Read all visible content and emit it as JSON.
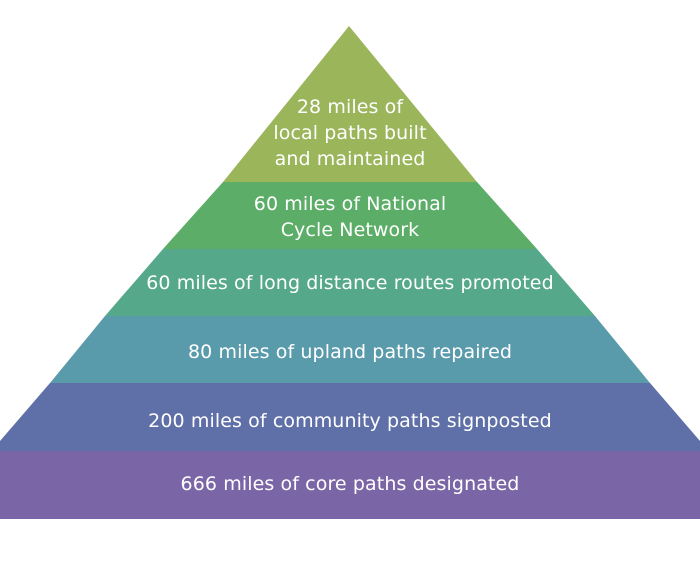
{
  "pyramid": {
    "tiers": [
      {
        "lines": [
          "28 miles of",
          "local paths built",
          "and maintained"
        ],
        "color": "#9ab55a"
      },
      {
        "lines": [
          "60 miles of National",
          "Cycle Network"
        ],
        "color": "#5bad68"
      },
      {
        "lines": [
          "60 miles of long distance routes promoted"
        ],
        "color": "#55a88a"
      },
      {
        "lines": [
          "80 miles of upland paths repaired"
        ],
        "color": "#5a9bab"
      },
      {
        "lines": [
          "200 miles of community paths signposted"
        ],
        "color": "#5f6fa7"
      },
      {
        "lines": [
          "666 miles of core paths designated"
        ],
        "color": "#7a66a6"
      }
    ]
  }
}
